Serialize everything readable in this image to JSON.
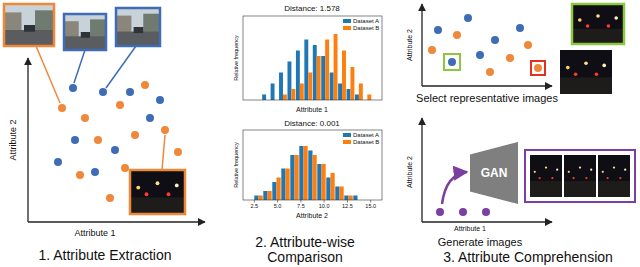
{
  "diagram": {
    "nodes": [
      {
        "text": [
          "GAN"
        ]
      }
    ],
    "labels": [
      "Attribute 2",
      "Attribute 1",
      "1. Attribute Extraction",
      "Distance: 1.578",
      "Relative frequency",
      "Attribute 1",
      "Distance: 0.001",
      "Relative frequency",
      "2.5",
      "5.0",
      "7.5",
      "10.0",
      "12.5",
      "15.0",
      "Attribute 2",
      "2. Attribute-wise Comparison",
      "Attribute 2",
      "Select representative images",
      "Attribute 2",
      "Attribute 1",
      "Generate images",
      "3. Attribute Comprehension"
    ],
    "legend": [
      {
        "text": "Dataset A",
        "color": "#1f77b4"
      },
      {
        "text": "Dataset B",
        "color": "#ff7f0e"
      },
      {
        "text": "Dataset A",
        "color": "#1f77b4"
      },
      {
        "text": "Dataset B",
        "color": "#ff7f0e"
      }
    ]
  }
}
